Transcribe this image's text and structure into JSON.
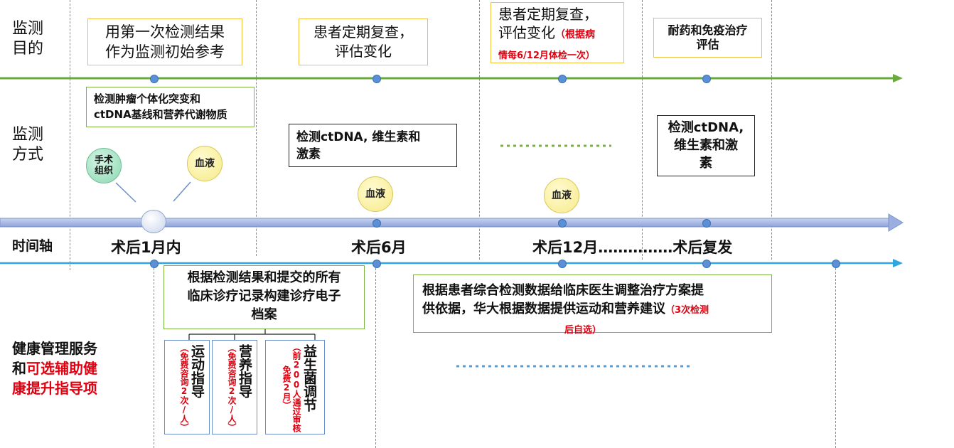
{
  "rows": {
    "purpose": "监测\n目的",
    "method": "监测\n方式",
    "timeline": "时间轴",
    "service_line1": "健康管理服务",
    "service_line2_black": "和",
    "service_line2_red": "可选辅助健",
    "service_line3_red": "康提升指导项"
  },
  "purpose_boxes": [
    {
      "text": "用第一次检测结果\n作为监测初始参考"
    },
    {
      "text": "患者定期复查，\n评估变化"
    },
    {
      "text_main": "患者定期复查，\n评估变化",
      "text_red_a": "（根据病",
      "text_red_b": "情每6/12月体检一次）"
    },
    {
      "text": "耐药和免疫治疗\n评估"
    }
  ],
  "method_boxes": [
    {
      "text": "检测肿瘤个体化突变和\nctDNA基线和营养代谢物质"
    },
    {
      "text": "检测ctDNA, 维生素和\n激素"
    },
    {
      "text": "检测ctDNA,\n维生素和激\n素"
    }
  ],
  "circles": {
    "tissue": "手术\n组织",
    "blood1": "血液",
    "blood2": "血液",
    "blood3": "血液"
  },
  "timeline_labels": {
    "t1": "术后1月内",
    "t2": "术后6月",
    "t3": "术后12月……………术后复发"
  },
  "service": {
    "record_box": "根据检测结果和提交的所有\n临床诊疗记录构建诊疗电子\n档案",
    "adjust_box_main": "根据患者综合检测数据给临床医生调整治疗方案提\n供依据，华大根据数据提供运动和营养建议",
    "adjust_box_red_a": "（3次检测",
    "adjust_box_red_b": "后自选）",
    "sub": [
      {
        "main": "运动指导",
        "red": "（免费咨询2次/人）"
      },
      {
        "main": "营养指导",
        "red": "（免费咨询2次/人）"
      },
      {
        "main": "益生菌调节",
        "red": "（前200人通过审核免费2月）"
      }
    ]
  },
  "colors": {
    "green_axis": "#6aaa3c",
    "blue_axis": "#2fa6e0",
    "main_axis": "#9aaee0",
    "red": "#e0000f",
    "box_yellow": "#f0c040",
    "box_green": "#7cb342"
  }
}
